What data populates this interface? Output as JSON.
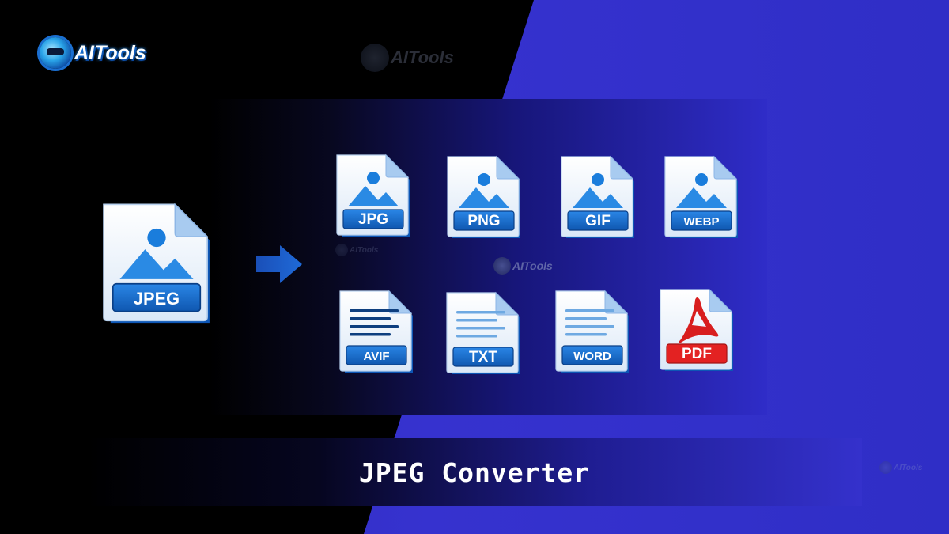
{
  "logo": {
    "text": "AITools"
  },
  "title": "JPEG Converter",
  "source_icon": {
    "label": "JPEG",
    "icon": "image-file-icon"
  },
  "arrow": {
    "icon": "arrow-right-icon"
  },
  "targets": [
    {
      "label": "JPG",
      "icon": "image-file-icon"
    },
    {
      "label": "PNG",
      "icon": "image-file-icon"
    },
    {
      "label": "GIF",
      "icon": "image-file-icon"
    },
    {
      "label": "WEBP",
      "icon": "image-file-icon"
    },
    {
      "label": "AVIF",
      "icon": "document-file-icon"
    },
    {
      "label": "TXT",
      "icon": "document-file-icon"
    },
    {
      "label": "WORD",
      "icon": "document-file-icon"
    },
    {
      "label": "PDF",
      "icon": "pdf-file-icon"
    }
  ],
  "colors": {
    "accent_blue": "#1a6fd0",
    "dark_blue": "#0e4f9a",
    "pdf_red": "#e32222",
    "background_blue": "#3431cc"
  }
}
